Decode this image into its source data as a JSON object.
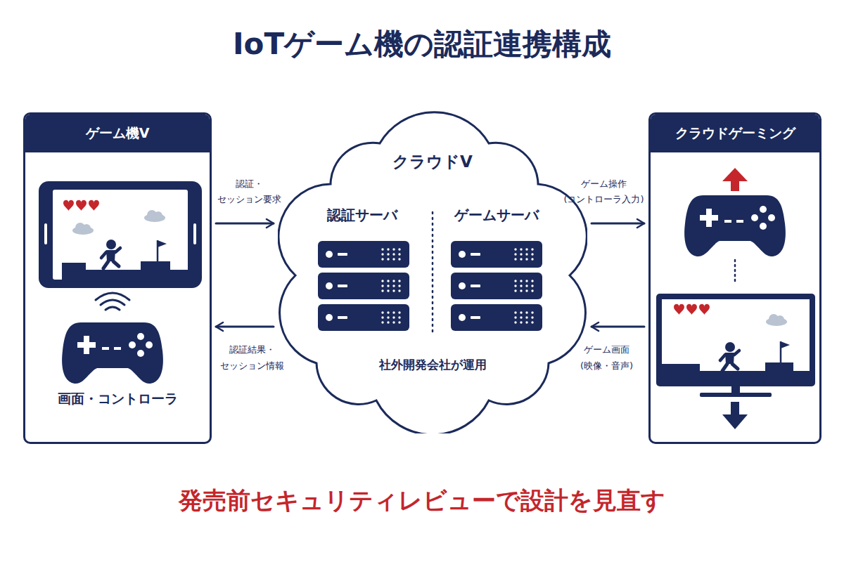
{
  "diagram": {
    "title": "IoTゲーム機の認証連携構成",
    "caption": "発売前セキュリティレビューで設計を見直す",
    "nodes": [
      {
        "text": [
          "ゲーム機V",
          "画面・コントローラ"
        ]
      },
      {
        "text": [
          "クラウドV",
          "社外開発会社が運用"
        ]
      },
      {
        "text": [
          "認証サーバ"
        ],
        "in": 1
      },
      {
        "text": [
          "ゲームサーバ"
        ],
        "in": 1
      },
      {
        "text": [
          "クラウドゲーミング"
        ]
      }
    ],
    "edges": [
      {
        "from": 0,
        "to": 1,
        "label": "認証・ セッション要求",
        "arrow": "to"
      },
      {
        "from": 1,
        "to": 0,
        "label": "認証結果・ セッション情報",
        "arrow": "to"
      },
      {
        "from": 1,
        "to": 4,
        "label": "ゲーム操作 (コントローラ入力)",
        "arrow": "to"
      },
      {
        "from": 4,
        "to": 1,
        "label": "ゲーム画面 (映像・音声)",
        "arrow": "to"
      }
    ]
  }
}
